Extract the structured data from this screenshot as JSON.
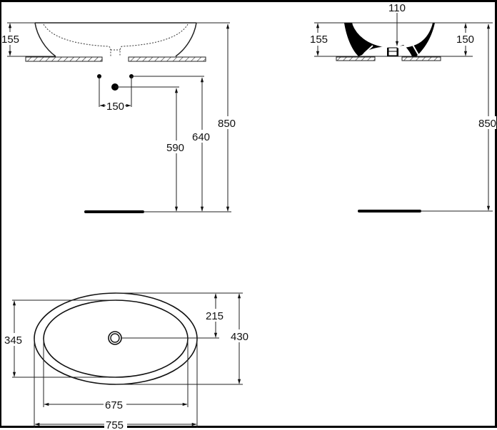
{
  "drawing": {
    "title": "Oval countertop washbasin – dimension drawing",
    "units": "mm",
    "front_view": {
      "basin_height": "155",
      "tap_hole_spacing": "150",
      "waste_height": "590",
      "supply_height": "640",
      "top_height": "850"
    },
    "side_view": {
      "basin_height": "155",
      "bowl_depth": "110",
      "inner_height": "150",
      "top_height": "850"
    },
    "plan_view": {
      "inner_width": "345",
      "waste_offset": "215",
      "outer_width": "430",
      "inner_length": "675",
      "outer_length": "755"
    }
  }
}
